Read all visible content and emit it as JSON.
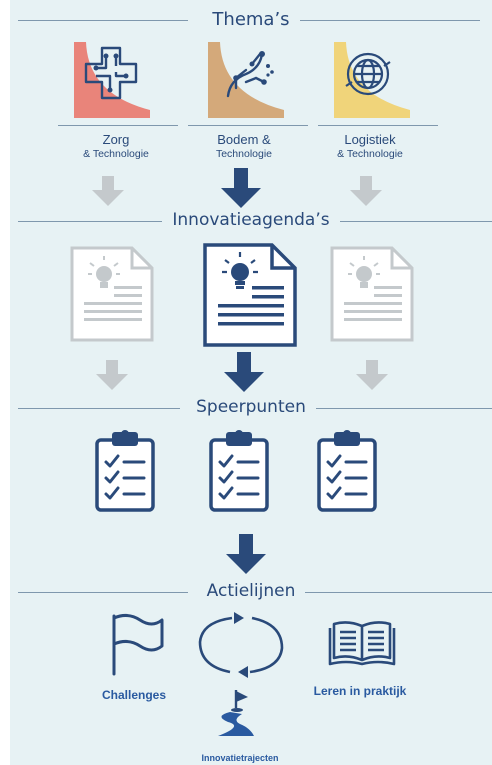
{
  "sections": {
    "themes": "Thema’s",
    "agendas": "Innovatieagenda’s",
    "speerpunten": "Speerpunten",
    "actielijnen": "Actielijnen"
  },
  "themes": [
    {
      "title": "Zorg",
      "subtitle": "& Technologie",
      "icon": "medical-cross-circuit-icon",
      "color": "#e9847a",
      "active": false
    },
    {
      "title": "Bodem &",
      "subtitle": "Technologie",
      "icon": "soil-circuit-icon",
      "color": "#d4a97a",
      "active": true
    },
    {
      "title": "Logistiek",
      "subtitle": "& Technologie",
      "icon": "globe-icon",
      "color": "#f0d47a",
      "active": false
    }
  ],
  "actions": {
    "challenges": "Challenges",
    "leren": "Leren in praktijk",
    "trajecten": "Innovatietrajecten"
  },
  "colors": {
    "background": "#e7f2f4",
    "navy": "#2a4a7a",
    "inactive": "#c4c9cc",
    "accent": "#2a5aa0"
  }
}
